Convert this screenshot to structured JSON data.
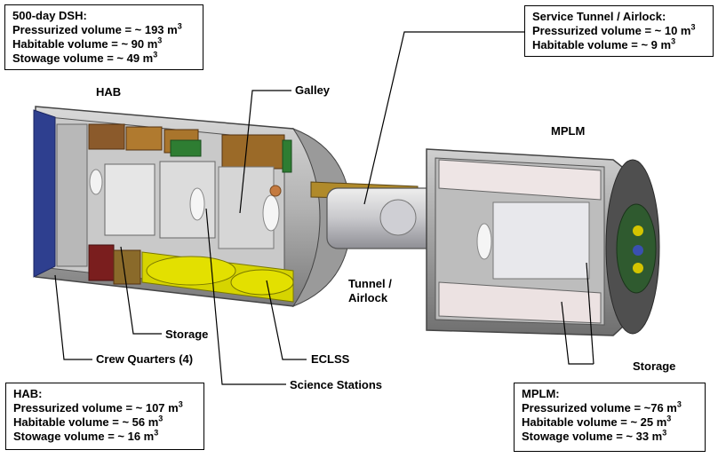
{
  "boxes": {
    "dsh": {
      "title": "500-day DSH:",
      "lines": [
        {
          "label": "Pressurized volume = ~ 193 m",
          "sup": "3"
        },
        {
          "label": "Habitable volume = ~ 90 m",
          "sup": "3"
        },
        {
          "label": "Stowage volume = ~ 49 m",
          "sup": "3"
        }
      ]
    },
    "tunnel": {
      "title": "Service Tunnel / Airlock:",
      "lines": [
        {
          "label": "Pressurized volume = ~ 10 m",
          "sup": "3"
        },
        {
          "label": "Habitable volume = ~ 9 m",
          "sup": "3"
        }
      ]
    },
    "hab": {
      "title": "HAB:",
      "lines": [
        {
          "label": "Pressurized volume = ~ 107 m",
          "sup": "3"
        },
        {
          "label": "Habitable volume = ~ 56 m",
          "sup": "3"
        },
        {
          "label": "Stowage volume = ~ 16 m",
          "sup": "3"
        }
      ]
    },
    "mplm": {
      "title": "MPLM:",
      "lines": [
        {
          "label": "Pressurized volume = ~76 m",
          "sup": "3"
        },
        {
          "label": "Habitable volume = ~ 25 m",
          "sup": "3"
        },
        {
          "label": "Stowage volume = ~ 33 m",
          "sup": "3"
        }
      ]
    }
  },
  "labels": {
    "hab": "HAB",
    "mplm": "MPLM",
    "galley": "Galley",
    "tunnel_line1": "Tunnel /",
    "tunnel_line2": "Airlock",
    "storage_left": "Storage",
    "storage_right": "Storage",
    "crew_quarters": "Crew Quarters (4)",
    "eclss": "ECLSS",
    "science": "Science Stations"
  }
}
